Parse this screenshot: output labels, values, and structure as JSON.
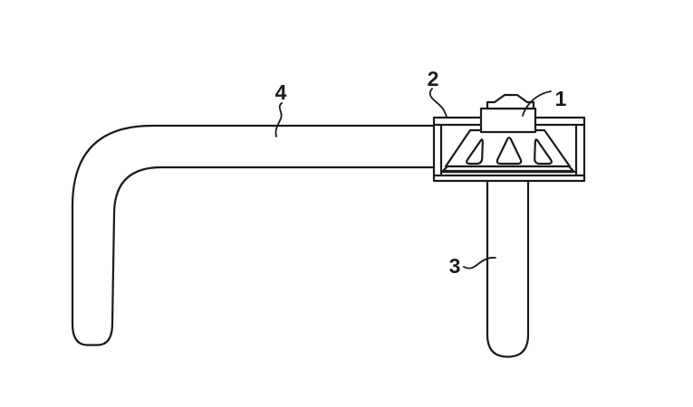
{
  "figure": {
    "kind": "patent-line-drawing",
    "background_color": "#ffffff",
    "line_color": "#1b1b1b",
    "labels": [
      {
        "text": "1",
        "points_to": "cap-block"
      },
      {
        "text": "2",
        "points_to": "housing-frame"
      },
      {
        "text": "3",
        "points_to": "vertical-tube"
      },
      {
        "text": "4",
        "points_to": "l-shaped-tube"
      }
    ]
  }
}
